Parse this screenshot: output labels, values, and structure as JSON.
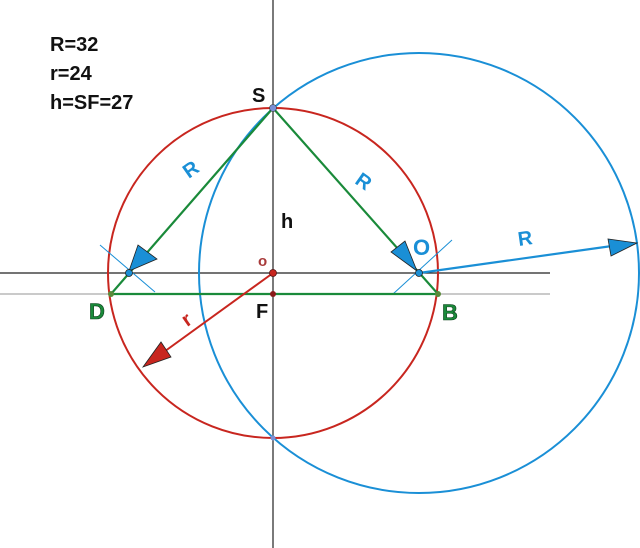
{
  "given": {
    "R": "R=32",
    "r": "r=24",
    "h": "h=SF=27"
  },
  "points": {
    "S": "S",
    "D": "D",
    "B": "B",
    "F": "F",
    "o": "o",
    "O": "O"
  },
  "labels": {
    "h": "h",
    "radius_R_left": "R",
    "radius_R_right": "R",
    "radius_R_big": "R",
    "radius_r": "r"
  },
  "colors": {
    "red_circle": "#c8261f",
    "blue_circle": "#1a8fd6",
    "triangle": "#1a8a3a",
    "axis": "#222222",
    "guide": "#aaaaaa"
  }
}
